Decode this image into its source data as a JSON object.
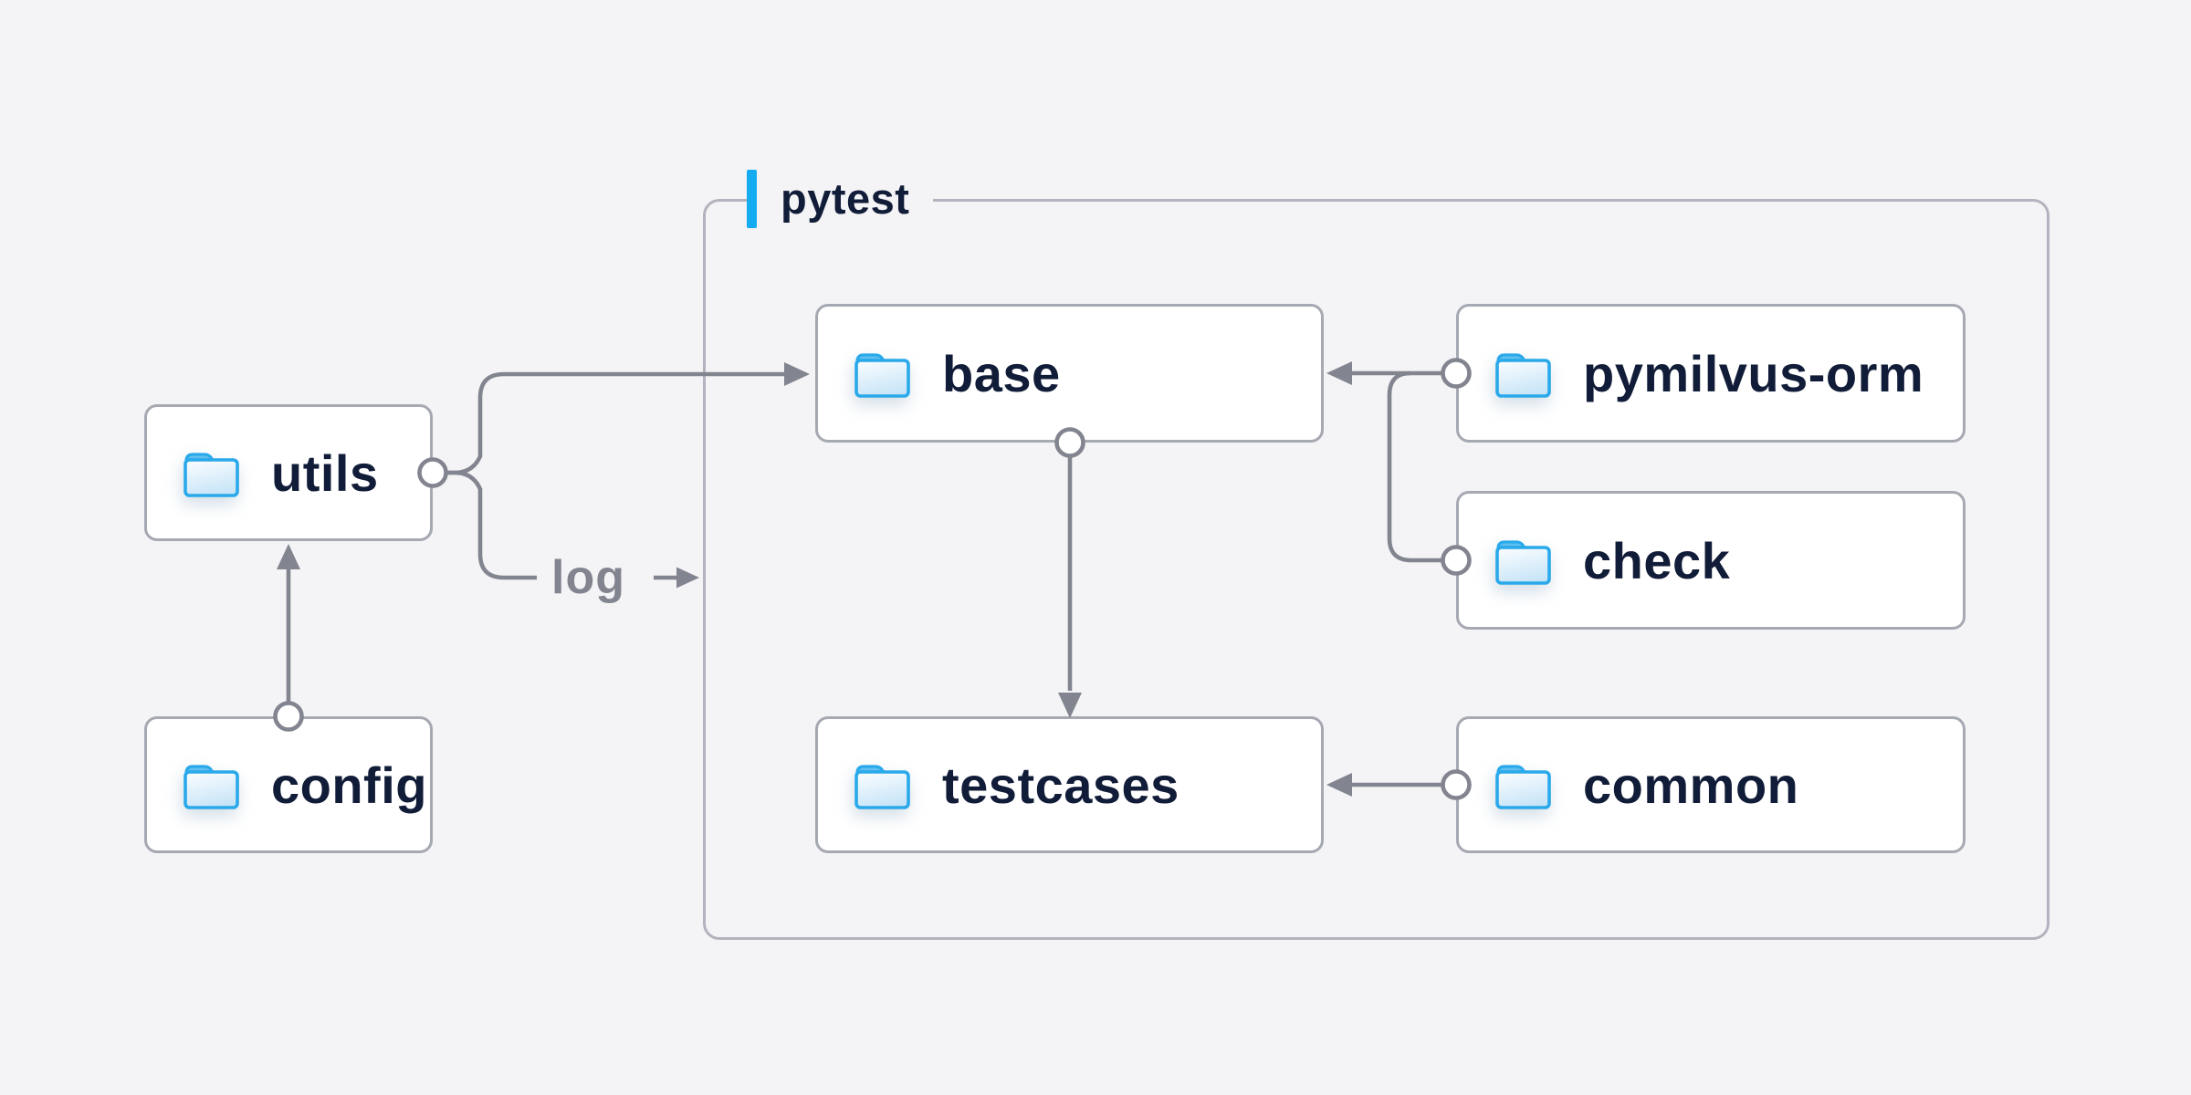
{
  "canvas": {
    "background_color": "#f4f4f6"
  },
  "group": {
    "label": "pytest",
    "accent_bar_color": "#14abf1",
    "border_color": "#b2b3be"
  },
  "nodes": [
    {
      "id": "utils",
      "label": "utils",
      "icon": "folder-icon",
      "inside_group": false
    },
    {
      "id": "config",
      "label": "config",
      "icon": "folder-icon",
      "inside_group": false
    },
    {
      "id": "base",
      "label": "base",
      "icon": "folder-icon",
      "inside_group": true
    },
    {
      "id": "pymilvus-orm",
      "label": "pymilvus-orm",
      "icon": "folder-icon",
      "inside_group": true
    },
    {
      "id": "check",
      "label": "check",
      "icon": "folder-icon",
      "inside_group": true
    },
    {
      "id": "testcases",
      "label": "testcases",
      "icon": "folder-icon",
      "inside_group": true
    },
    {
      "id": "common",
      "label": "common",
      "icon": "folder-icon",
      "inside_group": true
    }
  ],
  "edges": {
    "log_label": "log",
    "connections": [
      {
        "from": "config",
        "to": "utils",
        "marker": "arrow"
      },
      {
        "from": "utils",
        "to": "base",
        "marker": "arrow"
      },
      {
        "from": "utils",
        "to": "log",
        "marker": "labeled-arrow"
      },
      {
        "from": "pymilvus-orm",
        "to": "base",
        "marker": "arrow"
      },
      {
        "from": "check",
        "to": "base",
        "marker": "arrow"
      },
      {
        "from": "base",
        "to": "testcases",
        "marker": "arrow"
      },
      {
        "from": "common",
        "to": "testcases",
        "marker": "arrow"
      }
    ]
  },
  "colors": {
    "background": "#f4f4f6",
    "node_background": "#ffffff",
    "node_border": "#a6a8b2",
    "group_border": "#b2b3be",
    "connector_gray": "#82858f",
    "label_navy": "#111c38",
    "accent_blue": "#14abf1",
    "folder_outline_blue": "#2aa9ea",
    "folder_tab_blue": "#4db7ee",
    "folder_body_light": "#eaf5fc"
  }
}
